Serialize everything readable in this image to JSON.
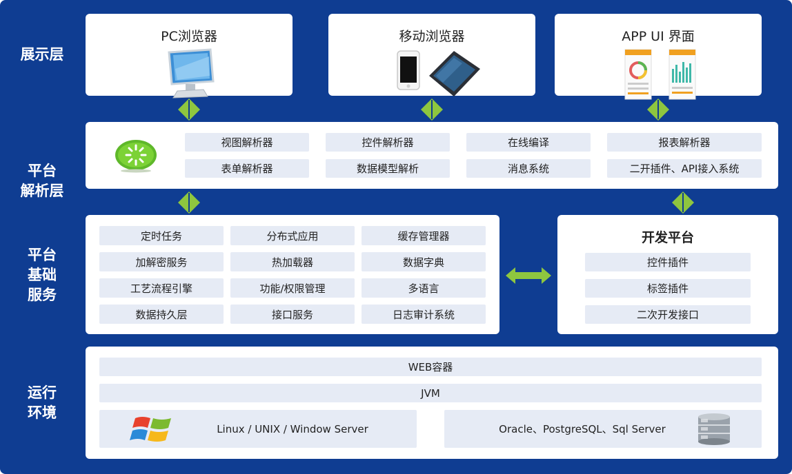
{
  "colors": {
    "background": "#0f3d92",
    "panel": "#ffffff",
    "pill": "#e6ebf5",
    "connector": "#8ec63f"
  },
  "layers": {
    "display": "展示层",
    "parsing": "平台\n解析层",
    "base": "平台\n基础\n服务",
    "runtime": "运行\n环境"
  },
  "display": {
    "pc": {
      "title": "PC浏览器",
      "icon": "monitor-icon"
    },
    "mobile": {
      "title": "移动浏览器",
      "icon": "phone-tablet-icon"
    },
    "app": {
      "title": "APP UI 界面",
      "icon": "app-screens-icon"
    }
  },
  "parsing": {
    "logo": "kettle-logo-icon",
    "items": [
      "视图解析器",
      "控件解析器",
      "在线编译",
      "报表解析器",
      "表单解析器",
      "数据模型解析",
      "消息系统",
      "二开插件、API接入系统"
    ]
  },
  "base": {
    "items": [
      "定时任务",
      "分布式应用",
      "缓存管理器",
      "加解密服务",
      "热加载器",
      "数据字典",
      "工艺流程引擎",
      "功能/权限管理",
      "多语言",
      "数据持久层",
      "接口服务",
      "日志审计系统"
    ]
  },
  "dev": {
    "title": "开发平台",
    "items": [
      "控件插件",
      "标签插件",
      "二次开发接口"
    ]
  },
  "runtime": {
    "web": "WEB容器",
    "jvm": "JVM",
    "os": "Linux / UNIX / Window Server",
    "db": "Oracle、PostgreSQL、Sql Server",
    "os_icon": "windows-logo-icon",
    "db_icon": "database-icon"
  }
}
